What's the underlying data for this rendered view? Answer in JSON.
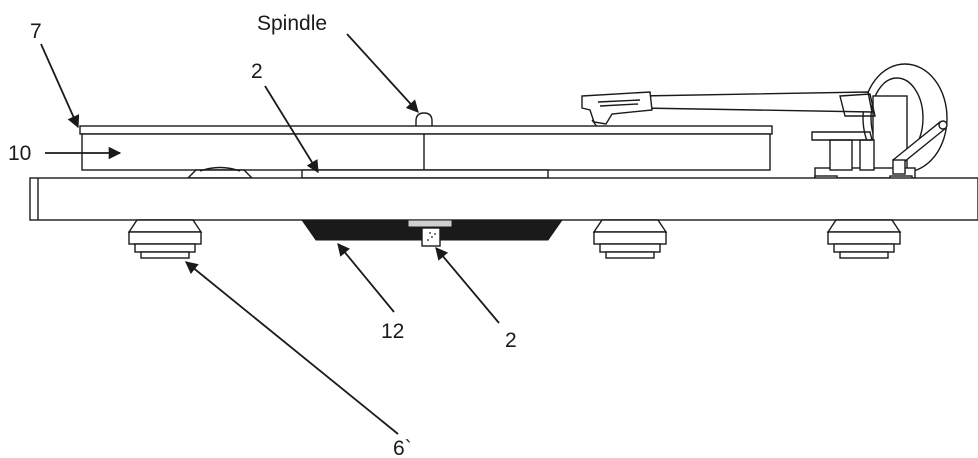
{
  "callouts": {
    "spindle": "Spindle",
    "label_7": "7",
    "label_10": "10",
    "label_2_top": "2",
    "label_2_bottom": "2",
    "label_12": "12",
    "label_6": "6`"
  },
  "colors": {
    "ink": "#1a1a1a",
    "background": "#ffffff",
    "motor_housing": "#1a1a1a"
  }
}
